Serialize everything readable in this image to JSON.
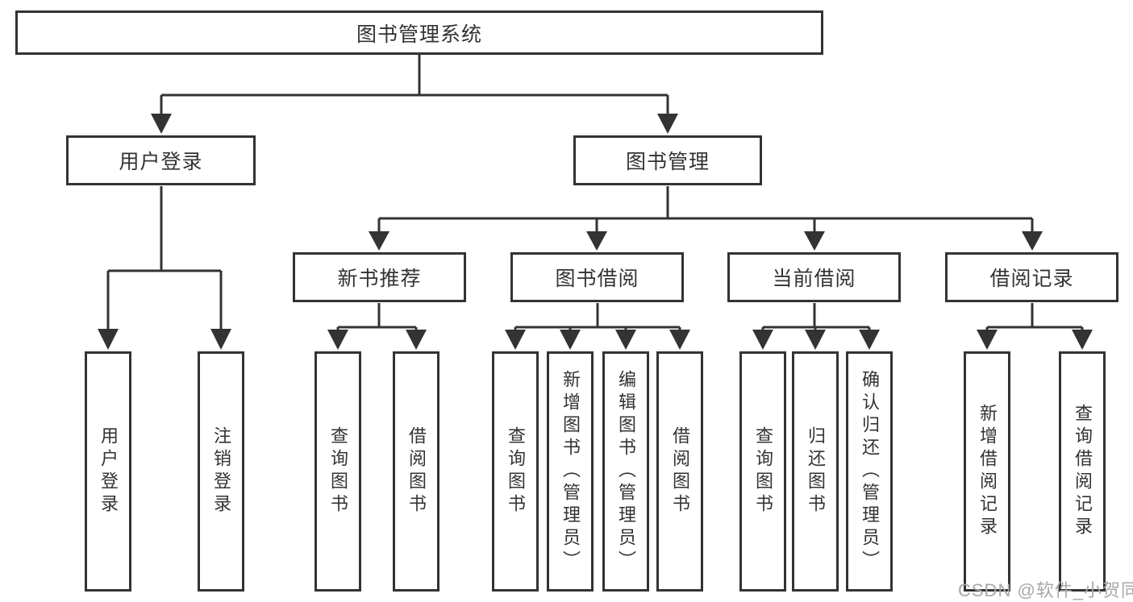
{
  "tree": {
    "root": {
      "label": "图书管理系统"
    },
    "level2": [
      {
        "label": "用户登录"
      },
      {
        "label": "图书管理"
      }
    ],
    "level3": [
      {
        "label": "新书推荐"
      },
      {
        "label": "图书借阅"
      },
      {
        "label": "当前借阅"
      },
      {
        "label": "借阅记录"
      }
    ],
    "leaves": {
      "user_login": [
        "用户登录",
        "注销登录"
      ],
      "new_book": [
        "查询图书",
        "借阅图书"
      ],
      "book_borrow": [
        "查询图书",
        "新增图书（管理员）",
        "编辑图书（管理员）",
        "借阅图书"
      ],
      "current_borrow": [
        "查询图书",
        "归还图书",
        "确认归还（管理员）"
      ],
      "borrow_records": [
        "新增借阅记录",
        "查询借阅记录"
      ]
    }
  },
  "watermark": {
    "text": "CSDN @软件_小贺同学"
  },
  "colors": {
    "line": "#333333",
    "box_border": "#333333",
    "box_fill": "#ffffff",
    "text": "#333333",
    "watermark": "#a8a8a8",
    "background": "#ffffff"
  }
}
